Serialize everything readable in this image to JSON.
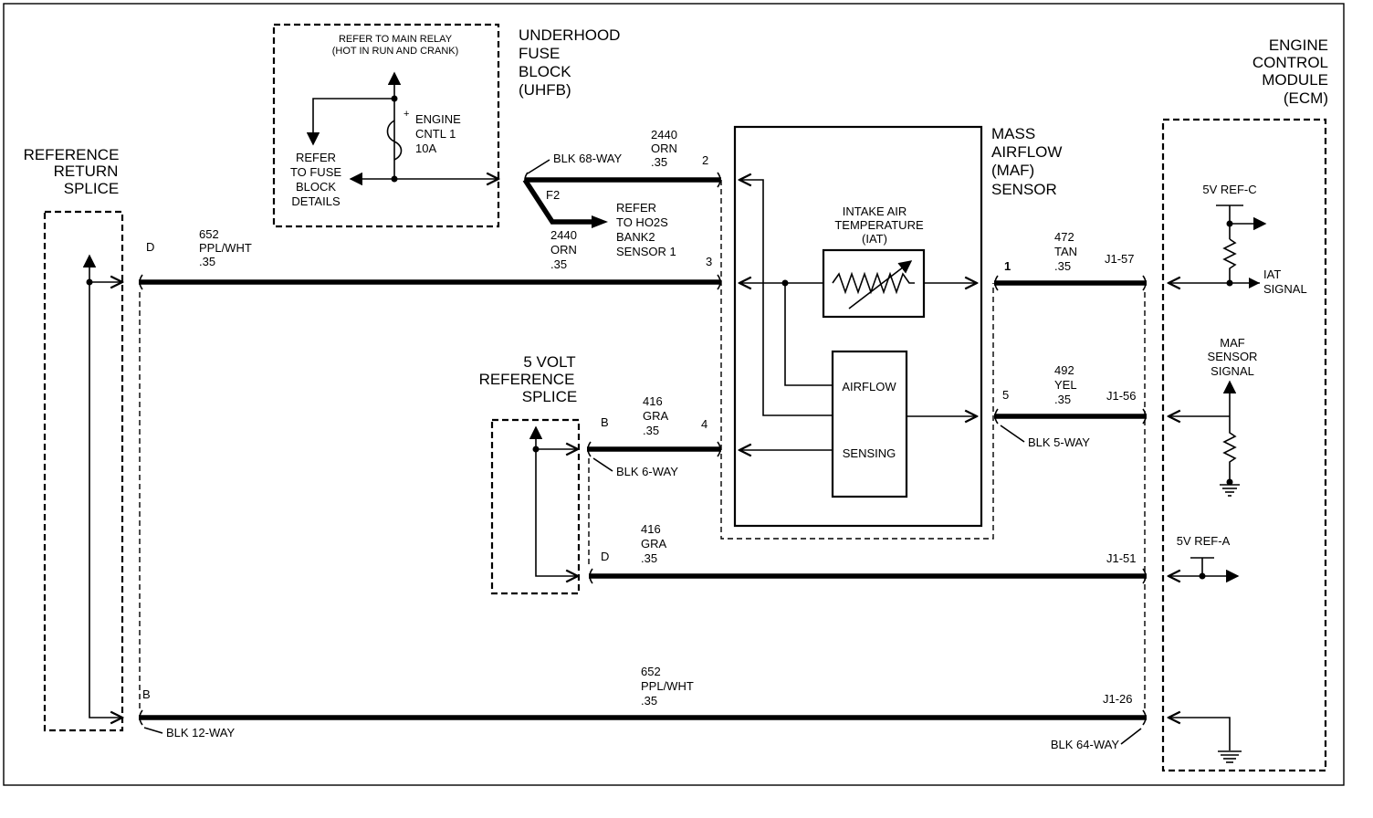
{
  "uhfb": {
    "title": [
      "UNDERHOOD",
      "FUSE",
      "BLOCK",
      "(UHFB)"
    ],
    "main_relay_note": [
      "REFER TO MAIN RELAY",
      "(HOT IN RUN AND CRANK)"
    ],
    "fuse_label": [
      "ENGINE",
      "CNTL 1",
      "10A"
    ],
    "fuse_block_ref": [
      "REFER",
      "TO FUSE",
      "BLOCK",
      "DETAILS"
    ]
  },
  "ref_return_splice": {
    "title": [
      "REFERENCE",
      "RETURN",
      "SPLICE"
    ],
    "pin_top": "D",
    "pin_bottom": "B"
  },
  "five_volt_splice": {
    "title": [
      "5 VOLT",
      "REFERENCE",
      "SPLICE"
    ],
    "pin_top": "B",
    "pin_bottom": "D"
  },
  "maf": {
    "title": [
      "MASS",
      "AIRFLOW",
      "(MAF)",
      "SENSOR"
    ],
    "iat_label": [
      "INTAKE AIR",
      "TEMPERATURE",
      "(IAT)"
    ],
    "airflow_label": "AIRFLOW",
    "sensing_label": "SENSING"
  },
  "ecm": {
    "title": [
      "ENGINE",
      "CONTROL",
      "MODULE",
      "(ECM)"
    ],
    "ref_c": "5V REF-C",
    "iat_signal": [
      "IAT",
      "SIGNAL"
    ],
    "maf_signal": [
      "MAF",
      "SENSOR",
      "SIGNAL"
    ],
    "ref_a": "5V REF-A"
  },
  "connectors": {
    "blk68": "BLK 68-WAY",
    "f2": "F2",
    "ho2s_ref": [
      "REFER",
      "TO HO2S",
      "BANK2",
      "SENSOR 1"
    ],
    "blk6": "BLK 6-WAY",
    "blk5": "BLK 5-WAY",
    "blk12": "BLK 12-WAY",
    "blk64": "BLK 64-WAY"
  },
  "wires": {
    "w2440_top": {
      "circuit": "2440",
      "color": "ORN",
      "size": ".35",
      "pin": "2"
    },
    "w2440_ho2s": {
      "circuit": "2440",
      "color": "ORN",
      "size": ".35"
    },
    "w652_top": {
      "circuit": "652",
      "color": "PPL/WHT",
      "size": ".35",
      "pin": "3"
    },
    "w472": {
      "circuit": "472",
      "color": "TAN",
      "size": ".35",
      "pin": "1",
      "ecm_pin": "J1-57"
    },
    "w492": {
      "circuit": "492",
      "color": "YEL",
      "size": ".35",
      "pin": "5",
      "ecm_pin": "J1-56"
    },
    "w416_top": {
      "circuit": "416",
      "color": "GRA",
      "size": ".35",
      "pin": "4"
    },
    "w416_bottom": {
      "circuit": "416",
      "color": "GRA",
      "size": ".35",
      "ecm_pin": "J1-51"
    },
    "w652_bottom": {
      "circuit": "652",
      "color": "PPL/WHT",
      "size": ".35",
      "ecm_pin": "J1-26"
    }
  }
}
